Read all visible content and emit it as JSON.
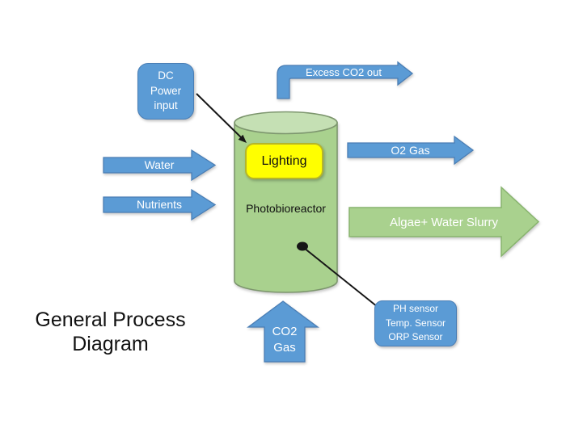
{
  "title": {
    "text": "General Process\nDiagram"
  },
  "nodes": {
    "dc_power": {
      "label": "DC\nPower\ninput"
    },
    "lighting": {
      "label": "Lighting"
    },
    "reactor": {
      "label": "Photobioreactor"
    },
    "sensors": {
      "label": "PH sensor\nTemp. Sensor\nORP Sensor"
    }
  },
  "flows": {
    "excess_co2": {
      "label": "Excess CO2 out"
    },
    "water": {
      "label": "Water"
    },
    "nutrients": {
      "label": "Nutrients"
    },
    "o2": {
      "label": "O2 Gas"
    },
    "algae": {
      "label": "Algae+ Water Slurry"
    },
    "co2_in": {
      "label": "CO2\nGas"
    }
  },
  "colors": {
    "blue": "#5b9bd5",
    "blue_border": "#4a7eb5",
    "green_fill": "#a9d18e",
    "green_light": "#c5e0b4",
    "green_border": "#7d966e",
    "arrow_green_border": "#88b46e",
    "yellow": "#ffff00",
    "yellow_border": "#b5b52a"
  }
}
